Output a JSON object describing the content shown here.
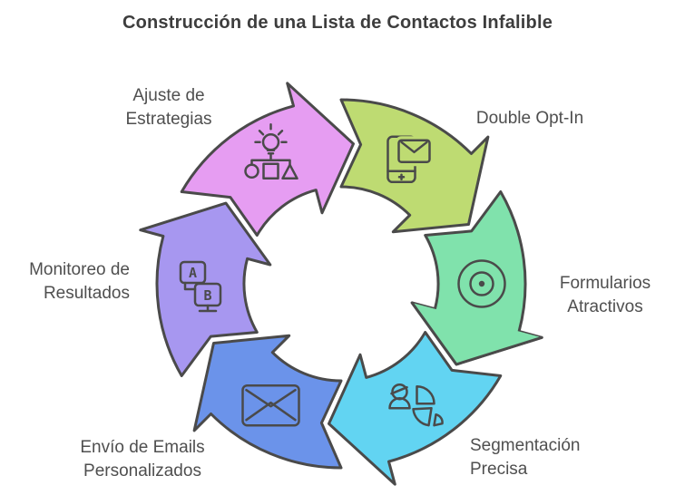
{
  "title": "Construcción de una Lista de Contactos Infalible",
  "colors": {
    "outline": "#4a4a4a",
    "label_text": "#4f4f4f",
    "title_text": "#3d3d3d",
    "background": "#ffffff"
  },
  "diagram": {
    "type": "cycle",
    "direction": "clockwise",
    "step_count": 6,
    "steps": [
      {
        "label": "Ajuste de Estrategias",
        "label_lines": [
          "Ajuste de",
          "Estrategias"
        ],
        "color": "#e69df2",
        "icon": "lightbulb-strategy-icon",
        "angle": 240
      },
      {
        "label": "Double Opt-In",
        "label_lines": [
          "Double Opt-In"
        ],
        "color": "#bedb72",
        "icon": "phone-email-icon",
        "angle": 300
      },
      {
        "label": "Formularios Atractivos",
        "label_lines": [
          "Formularios",
          "Atractivos"
        ],
        "color": "#80e2ac",
        "icon": "target-icon",
        "angle": 0
      },
      {
        "label": "Segmentación Precisa",
        "label_lines": [
          "Segmentación",
          "Precisa"
        ],
        "color": "#62d4f2",
        "icon": "audience-segmentation-icon",
        "angle": 60
      },
      {
        "label": "Envío de Emails Personalizados",
        "label_lines": [
          "Envío de Emails",
          "Personalizados"
        ],
        "color": "#6b93ea",
        "icon": "envelope-icon",
        "angle": 120
      },
      {
        "label": "Monitoreo de Resultados",
        "label_lines": [
          "Monitoreo de",
          "Resultados"
        ],
        "color": "#a797f0",
        "icon": "ab-testing-icon",
        "angle": 180
      }
    ]
  }
}
